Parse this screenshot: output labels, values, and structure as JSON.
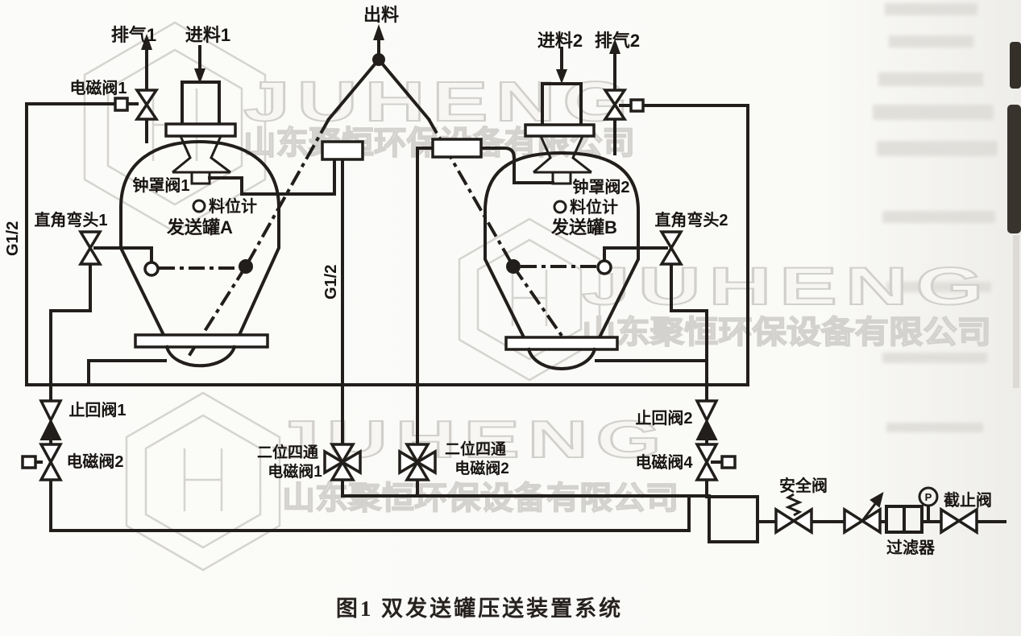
{
  "caption": "图1 双发送罐压送装置系统",
  "watermark": {
    "brand": "JUHENG",
    "company": "山东聚恒环保设备有限公司"
  },
  "labels": {
    "exhaust1": "排气1",
    "feed1": "进料1",
    "discharge": "出料",
    "feed2": "进料2",
    "exhaust2": "排气2",
    "solenoid1": "电磁阀1",
    "bell_valve1": "钟罩阀1",
    "level_gauge1": "料位计",
    "tank_a": "发送罐A",
    "elbow1": "直角弯头1",
    "thread_left": "G1/2",
    "thread_center": "G1/2",
    "bell_valve2": "钟罩阀2",
    "level_gauge2": "料位计",
    "tank_b": "发送罐B",
    "elbow2": "直角弯头2",
    "check_valve1": "止回阀1",
    "solenoid2": "电磁阀2",
    "four_way_1_line1": "二位四通",
    "four_way_1_line2": "电磁阀1",
    "four_way_2_line1": "二位四通",
    "four_way_2_line2": "电磁阀2",
    "check_valve2": "止回阀2",
    "solenoid4": "电磁阀4",
    "safety_valve": "安全阀",
    "filter": "过滤器",
    "stop_valve": "截止阀",
    "gauge": "P"
  }
}
